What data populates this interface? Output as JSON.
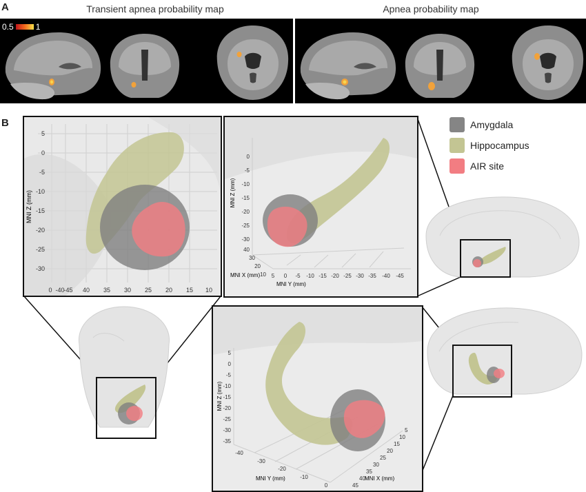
{
  "panel_a": {
    "letter": "A",
    "left_title": "Transient apnea probability map",
    "right_title": "Apnea probability map",
    "scale_min": "0.5",
    "scale_max": "1"
  },
  "panel_b": {
    "letter": "B",
    "legend": [
      {
        "label": "Amygdala",
        "color": "#858585"
      },
      {
        "label": "Hippocampus",
        "color": "#c3c593"
      },
      {
        "label": "AIR site",
        "color": "#f27d82"
      }
    ],
    "box1": {
      "y_axis_label": "MNI Z (mm)",
      "y_ticks": [
        "5",
        "0",
        "-5",
        "-10",
        "-15",
        "-20",
        "-25",
        "-30"
      ],
      "x_ticks": [
        "0",
        "-40",
        "-45",
        "40",
        "35",
        "30",
        "25",
        "20",
        "15",
        "10"
      ]
    },
    "box2": {
      "z_axis_label": "MNI Z (mm)",
      "z_ticks": [
        "0",
        "-5",
        "-10",
        "-15",
        "-20",
        "-25",
        "-30"
      ],
      "x_axis_label": "MNI X (mm)",
      "x_ticks": [
        "40",
        "30",
        "20",
        "10"
      ],
      "y_axis_label": "MNI Y (mm)",
      "y_ticks": [
        "5",
        "0",
        "-5",
        "-10",
        "-15",
        "-20",
        "-25",
        "-30",
        "-35",
        "-40",
        "-45"
      ]
    },
    "box3": {
      "z_axis_label": "MNI Z (mm)",
      "z_ticks": [
        "5",
        "0",
        "-5",
        "-10",
        "-15",
        "-20",
        "-25",
        "-30",
        "-35"
      ],
      "y_axis_label": "MNI Y (mm)",
      "y_ticks": [
        "-40",
        "-30",
        "-20",
        "-10",
        "0"
      ],
      "x_axis_label": "MNI X (mm)",
      "x_ticks": [
        "5",
        "10",
        "15",
        "20",
        "25",
        "30",
        "35",
        "40",
        "45"
      ]
    }
  }
}
